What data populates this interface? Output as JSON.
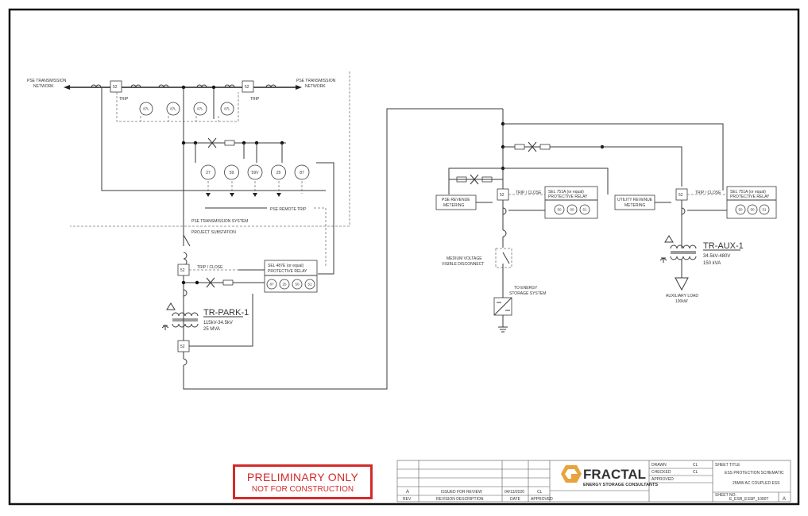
{
  "network": {
    "left_label_1": "PSE TRANSMISSION",
    "left_label_2": "NETWORK",
    "right_label_1": "PSE TRANSMISSION",
    "right_label_2": "NETWORK",
    "breaker_left": "52",
    "breaker_right": "52",
    "trip_left": "TRIP",
    "trip_right": "TRIP"
  },
  "substation": {
    "pse_remote_trip": "PSE REMOTE TRIP",
    "system_label": "PSE TRANSMISSION SYSTEM",
    "project_label": "PROJECT SUBSTATION",
    "relays": [
      "27",
      "59",
      "59V",
      "25",
      "87"
    ],
    "top_relays": [
      "87L",
      "87L",
      "87L",
      "87L"
    ]
  },
  "park": {
    "breaker_top": "52",
    "breaker_bottom": "52",
    "trip_close": "TRIP / CLOSE",
    "relay_title_1": "SEL 487E (or equal)",
    "relay_title_2": "PROTECTIVE RELAY",
    "relay_funcs": [
      "87",
      "25",
      "50",
      "51"
    ],
    "transformer_name": "TR-PARK-1",
    "transformer_voltage": "115kV-34.5kV",
    "transformer_rating": "25 MVA"
  },
  "ess": {
    "revenue_metering_1": "PSE REVENUE",
    "revenue_metering_2": "METERING",
    "breaker": "52",
    "trip_close": "TRIP / CLOSE",
    "relay_title_1": "SEL 751A (or equal)",
    "relay_title_2": "PROTECTIVE RELAY",
    "relay_funcs": [
      "50",
      "50",
      "51"
    ],
    "mv_disconnect_1": "MEDIUM VOLTAGE",
    "mv_disconnect_2": "VISIBLE DISCONNECT",
    "to_storage_1": "TO ENERGY",
    "to_storage_2": "STORAGE SYSTEM"
  },
  "aux": {
    "utility_metering_1": "UTILITY REVENUE",
    "utility_metering_2": "METERING",
    "breaker": "52",
    "trip_close": "TRIP / CLOSE",
    "relay_title_1": "SEL 751A (or equal)",
    "relay_title_2": "PROTECTIVE RELAY",
    "relay_funcs": [
      "50",
      "50",
      "51"
    ],
    "transformer_name": "TR-AUX-1",
    "transformer_voltage": "34.5kV-480V",
    "transformer_rating": "150 kVA",
    "load_1": "AUXILIARY LOAD",
    "load_2": "100kW"
  },
  "stamp": {
    "line1": "PRELIMINARY ONLY",
    "line2": "NOT FOR CONSTRUCTION",
    "color": "#d42a2a"
  },
  "title_block": {
    "rev": "A",
    "description": "ISSUED FOR REVIEW",
    "date": "04/13/2020",
    "initials": "CL",
    "rev_header": "REV",
    "desc_header": "REVISION DESCRIPTION",
    "date_header": "DATE",
    "approved_header": "APPROVED",
    "logo_name": "FRACTAL",
    "logo_tagline": "ENERGY STORAGE CONSULTANTS",
    "logo_color": "#e8a33c",
    "drawn_label": "DRAWN",
    "drawn_value": "CL",
    "checked_label": "CHECKED",
    "checked_value": "CL",
    "approved_label": "APPROVED",
    "sheet_title_label": "SHEET TITLE",
    "sheet_title_1": "ESS PROTECTION SCHEMATIC",
    "sheet_title_2": "25MW AC COUPLED ESS",
    "sheet_no_label": "SHEET NO.",
    "sheet_no": "E_ESR_ESSP_1000T",
    "sheet_rev": "A"
  }
}
